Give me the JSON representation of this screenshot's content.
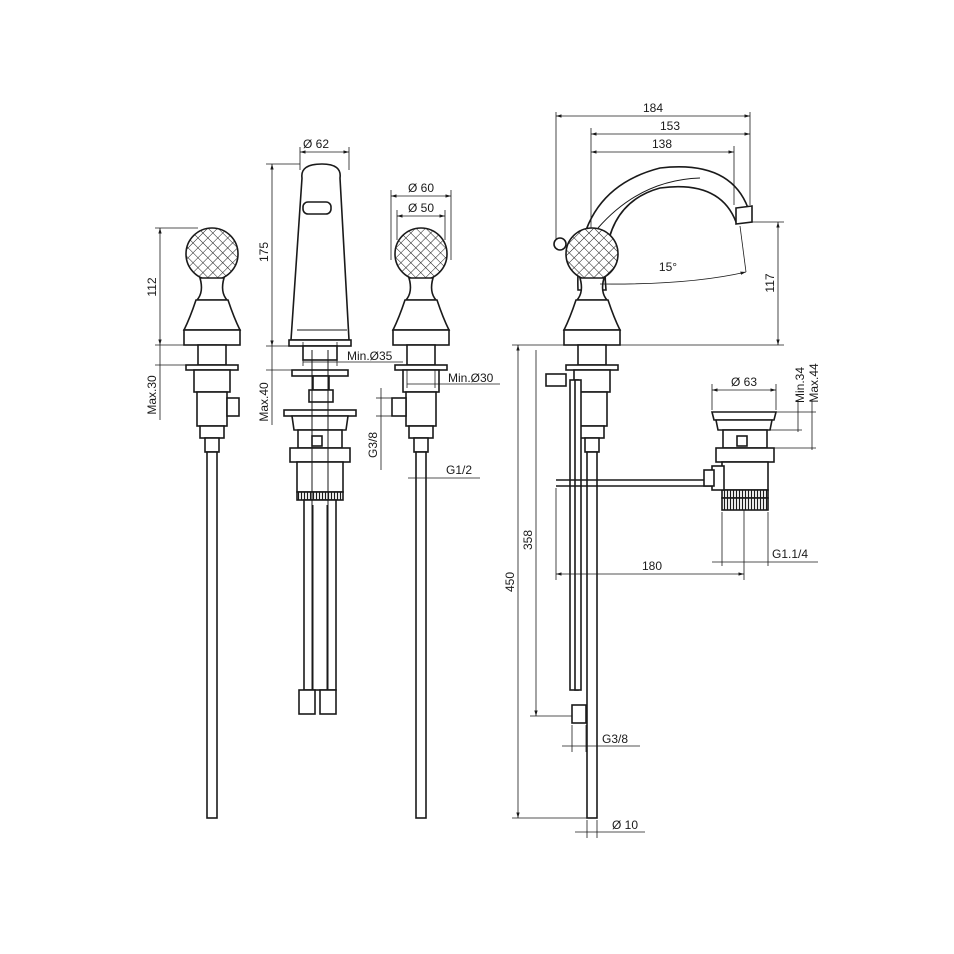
{
  "drawing": {
    "views": [
      "handle-left",
      "spout-front",
      "handle-right",
      "side-assembly",
      "pop-up-waste"
    ],
    "dimensions": {
      "spout_diameter": "Ø 62",
      "spout_height": "175",
      "spout_hole": "Min.Ø35",
      "spout_deck": "Max.40",
      "handle_height": "112",
      "handle_deck": "Max.30",
      "handle_outer_dia": "Ø 60",
      "handle_inner_dia": "Ø 50",
      "handle_hole": "Min.Ø30",
      "inlet_g38_front": "G3/8",
      "outlet_g12": "G1/2",
      "overall_width": "184",
      "reach_153": "153",
      "reach_138": "138",
      "spout_angle": "15°",
      "outlet_height": "117",
      "waste_diameter": "Ø 63",
      "waste_min": "Min.34",
      "waste_max": "Max.44",
      "waste_thread": "G1.1/4",
      "rod_length": "180",
      "hose_358": "358",
      "hose_450": "450",
      "inlet_g38_side": "G3/8",
      "hose_dia": "Ø 10"
    }
  }
}
